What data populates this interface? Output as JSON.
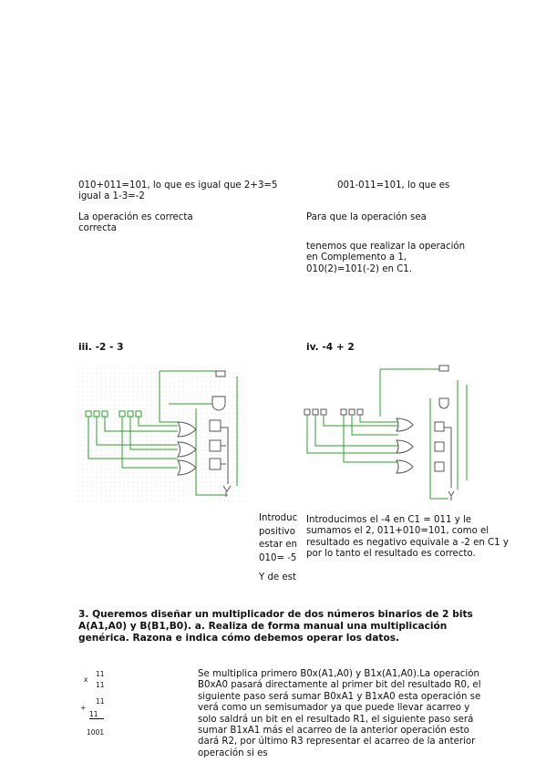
{
  "left_top": {
    "line1": "010+011=101, lo que es igual que 2+3=5",
    "line2": "igual a 1-3=-2",
    "result": "La operación es correcta",
    "result2": "correcta"
  },
  "right_top": {
    "line1": "001-011=101, lo que es",
    "para1": "Para que la operación sea",
    "para2": "tenemos que realizar la operación en Complemento a 1, 010(2)=101(-2) en C1."
  },
  "headings": {
    "iii": "iii. -2 - 3",
    "iv": "iv. -4 + 2"
  },
  "clipped_col": {
    "lines": [
      "Introduc",
      "positivo",
      "estar en",
      "010= -5",
      "Y de est"
    ]
  },
  "right_mid": {
    "text": "Introducimos el -4 en C1 = 011 y le sumamos el 2, 011+010=101, como el resultado es negativo equivale a -2 en C1 y por lo tanto el resultado es correcto."
  },
  "section3": {
    "heading": "3. Queremos diseñar un multiplicador de dos números binarios de 2 bits A(A1,A0) y B(B1,B0). a. Realiza de forma manual una multiplicación genérica. Razona e indica cómo debemos operar los datos."
  },
  "multiplication": {
    "op1": "x",
    "row1": "11",
    "row2": "11",
    "op2": "+",
    "row3": "11",
    "row4": "11",
    "result": "1001"
  },
  "explanation": {
    "text": "Se multiplica primero B0x(A1,A0) y B1x(A1,A0).La operación B0xA0 pasará directamente al primer bit del resultado R0, el siguiente paso será sumar B0xA1 y B1xA0 esta operación se verá como un semisumador ya que puede llevar acarreo y solo saldrá un bit en el resultado R1, el siguiente paso será sumar B1xA1 más el acarreo de la anterior operación esto dará R2, por último R3 representar el acarreo de la anterior operación si es"
  },
  "colors": {
    "wire": "#2aa02a",
    "gate": "#555555",
    "grid": "#cfcfcf"
  }
}
